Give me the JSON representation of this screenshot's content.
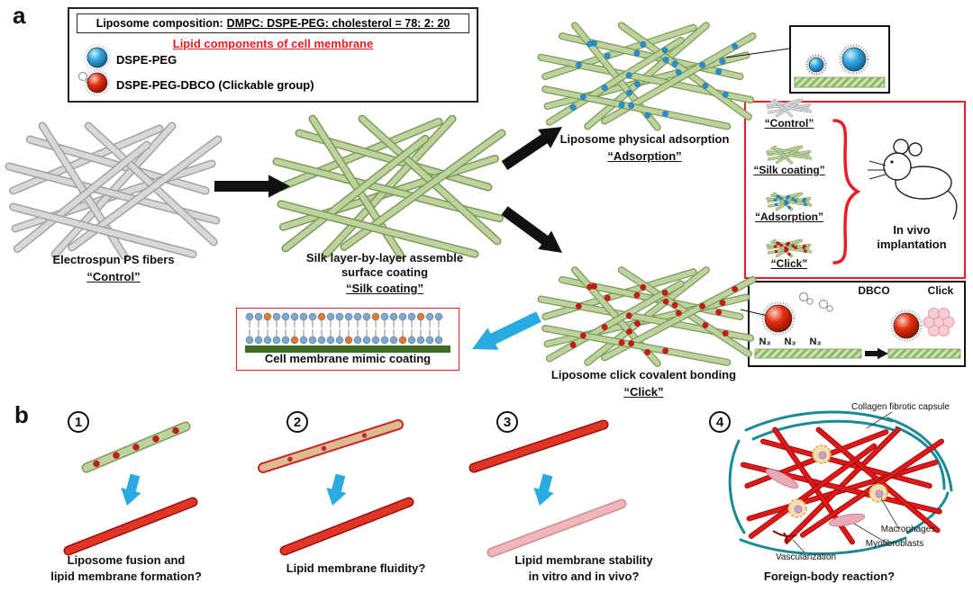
{
  "panel_a": {
    "label": "a",
    "legend": {
      "composition_label": "Liposome composition:",
      "composition_value": "DMPC: DSPE-PEG: cholesterol = 78: 2: 20",
      "subtitle": "Lipid components of cell membrane",
      "dspe_peg": "DSPE-PEG",
      "dspe_peg_dbco": "DSPE-PEG-DBCO (Clickable group)"
    },
    "control": {
      "title": "Electrospun PS fibers",
      "tag": "“Control”"
    },
    "silk": {
      "title_line1": "Silk layer-by-layer assemble",
      "title_line2": "surface coating",
      "tag": "“Silk coating”"
    },
    "adsorption": {
      "title": "Liposome physical adsorption",
      "tag": "“Adsorption”"
    },
    "click": {
      "title": "Liposome click covalent bonding",
      "tag": "“Click”"
    },
    "membrane_box": {
      "label": "Cell membrane mimic coating"
    },
    "groups_box": {
      "item_control": "“Control”",
      "item_silk": "“Silk coating”",
      "item_adsorption": "“Adsorption”",
      "item_click": "“Click”",
      "invivo_line1": "In vivo",
      "invivo_line2": "implantation"
    },
    "click_box": {
      "dbco_label": "DBCO",
      "click_label": "Click",
      "azide_1": "N₃",
      "azide_2": "N₃",
      "azide_3": "N₃"
    }
  },
  "panel_b": {
    "label": "b",
    "step1": {
      "num": "1",
      "caption_line1": "Liposome fusion and",
      "caption_line2": "lipid membrane formation?"
    },
    "step2": {
      "num": "2",
      "caption": "Lipid membrane fluidity?"
    },
    "step3": {
      "num": "3",
      "caption_line1": "Lipid membrane stability",
      "caption_line2": "in vitro and in vivo?"
    },
    "step4": {
      "num": "4",
      "caption": "Foreign-body reaction?"
    },
    "fbr": {
      "collagen": "Collagen fibrotic capsule",
      "macrophages": "Macrophages",
      "myofibroblasts": "Myofibroblasts",
      "vascularization": "Vascularization"
    }
  },
  "colors": {
    "accent_red": "#ed1c24",
    "arrow_black": "#111111",
    "arrow_cyan": "#29abe2",
    "fiber_gray": "#d8d8d8",
    "fiber_green": "#bdd29c",
    "liposome_blue": "#2090d8",
    "liposome_red": "#cf1616"
  }
}
